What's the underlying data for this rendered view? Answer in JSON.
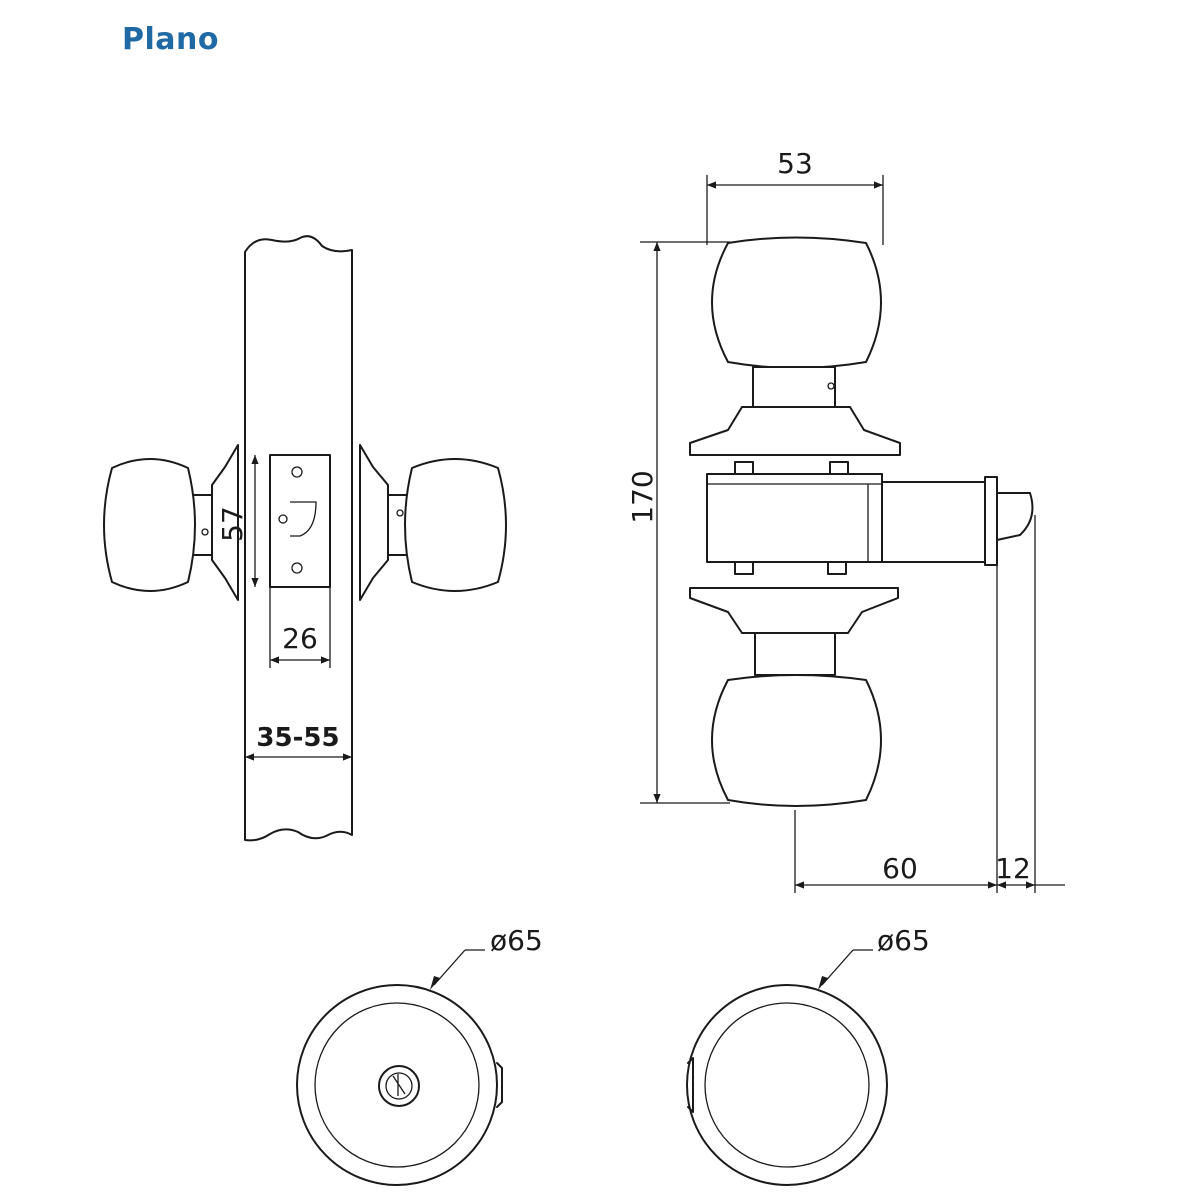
{
  "header": {
    "title": "Plano"
  },
  "dimensions": {
    "backset_height": "57",
    "latch_face_width": "26",
    "door_thickness": "35-55",
    "knob_width": "53",
    "overall_height": "170",
    "backset": "60",
    "latch_projection": "12",
    "rose_diameter_key_side": "ø65",
    "rose_diameter_inside": "ø65"
  },
  "colors": {
    "title": "#1f6aa5",
    "line": "#1a1a1a",
    "background": "#ffffff"
  }
}
